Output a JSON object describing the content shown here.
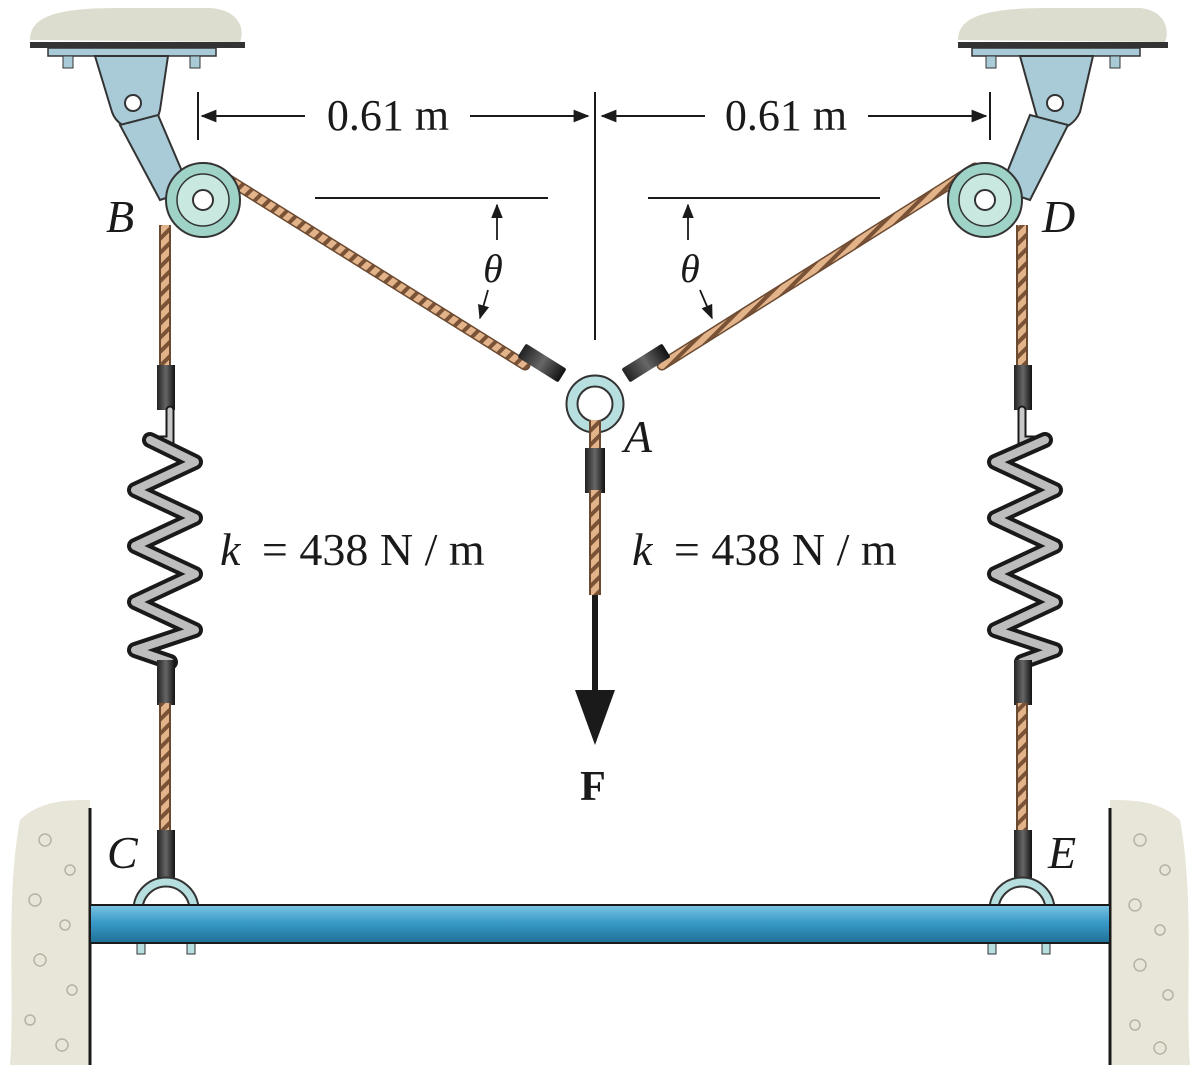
{
  "labels": {
    "point_B": "B",
    "point_C": "C",
    "point_D": "D",
    "point_E": "E",
    "point_A": "A",
    "force": "F",
    "angle_left": "θ",
    "angle_right": "θ"
  },
  "dimensions": {
    "left_span": "0.61 m",
    "right_span": "0.61 m"
  },
  "springs": {
    "left": {
      "k_symbol": "k",
      "k_value": "= 438 N / m"
    },
    "right": {
      "k_symbol": "k",
      "k_value": "= 438 N / m"
    }
  },
  "colors": {
    "bracket_fill": "#a9cbd8",
    "pulley_fill": "#9fd3c8",
    "rope": "#d9a87c",
    "rope_dark": "#6b4a32",
    "spring_light": "#bfbfbf",
    "spring_dark": "#1a1a1a",
    "bar_blue": "#3a9bc8",
    "ground": "#e8e6d8",
    "ceiling": "#dcdccf"
  }
}
